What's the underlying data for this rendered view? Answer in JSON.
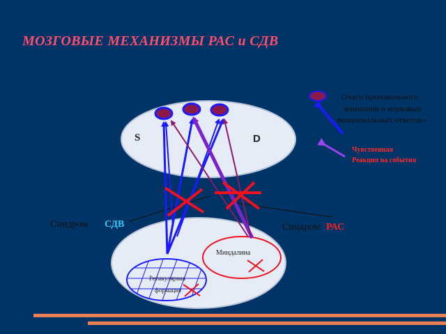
{
  "title": "МОЗГОВЫЕ МЕХАНИЗМЫ РАС и СДВ",
  "cortex": {
    "s_label": "S",
    "d_label": "D"
  },
  "limbic": {
    "amygdala_label": "Миндалина",
    "reticular_label_line1": "Ретикулярная",
    "reticular_label_line2": "формация"
  },
  "syndromes": {
    "sdv_prefix": "Синдром",
    "sdv_name": "СДВ",
    "ras_prefix": "Синдром",
    "ras_name": "РАС"
  },
  "legend": {
    "foci_line1": "Очаги   произвольного",
    "foci_line2": "внимания и корковых",
    "foci_line3": "эмоциональных ответов»",
    "reaction_line1": "Чувственная",
    "reaction_line2": "Реакция на события"
  },
  "colors": {
    "background": "#003366",
    "title": "#ff4d6d",
    "foci_fill": "#8b1a4a",
    "arrow_blue": "#1a1aff",
    "arrow_violet": "#7a22cc",
    "arrow_purple": "#8b1a6b",
    "cross": "#ee1122",
    "sdv": "#33ccff",
    "ras": "#ff2222",
    "reaction_text": "#ff2a2a",
    "deco_line": "#e87f55"
  }
}
